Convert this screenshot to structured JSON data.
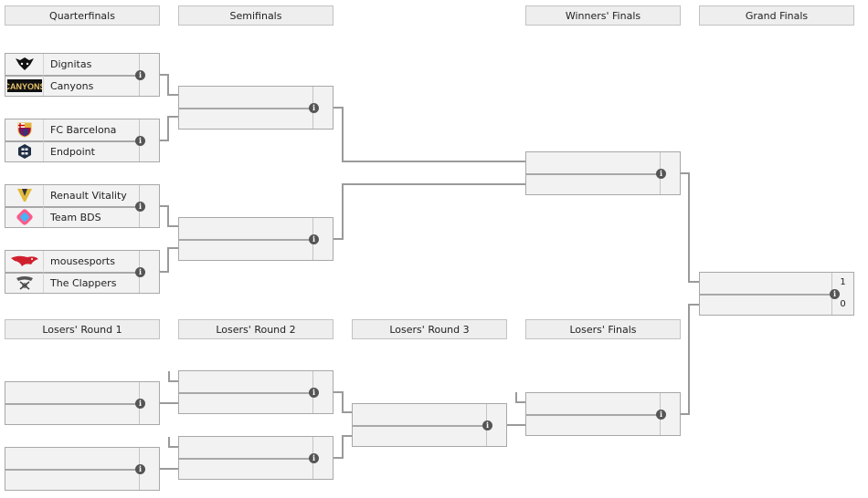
{
  "rounds": {
    "quarterfinals": "Quarterfinals",
    "semifinals": "Semifinals",
    "winners_finals": "Winners' Finals",
    "grand_finals": "Grand Finals",
    "losers_round_1": "Losers' Round 1",
    "losers_round_2": "Losers' Round 2",
    "losers_round_3": "Losers' Round 3",
    "losers_finals": "Losers' Finals"
  },
  "quarterfinals": [
    {
      "top": {
        "name": "Dignitas",
        "logo": "dignitas-logo"
      },
      "bottom": {
        "name": "Canyons",
        "logo": "canyons-logo"
      }
    },
    {
      "top": {
        "name": "FC Barcelona",
        "logo": "fc-barcelona-logo"
      },
      "bottom": {
        "name": "Endpoint",
        "logo": "endpoint-logo"
      }
    },
    {
      "top": {
        "name": "Renault Vitality",
        "logo": "renault-vitality-logo"
      },
      "bottom": {
        "name": "Team BDS",
        "logo": "team-bds-logo"
      }
    },
    {
      "top": {
        "name": "mousesports",
        "logo": "mousesports-logo"
      },
      "bottom": {
        "name": "The Clappers",
        "logo": "the-clappers-logo"
      }
    }
  ],
  "grand_final": {
    "top_score": "1",
    "bottom_score": "0"
  },
  "info_icon": "i",
  "colors": {
    "header_bg": "#eeeeee",
    "match_bg": "#f2f2f2",
    "border": "#a8a8a8",
    "connector": "#9a9a9a",
    "info_icon": "#555555"
  }
}
